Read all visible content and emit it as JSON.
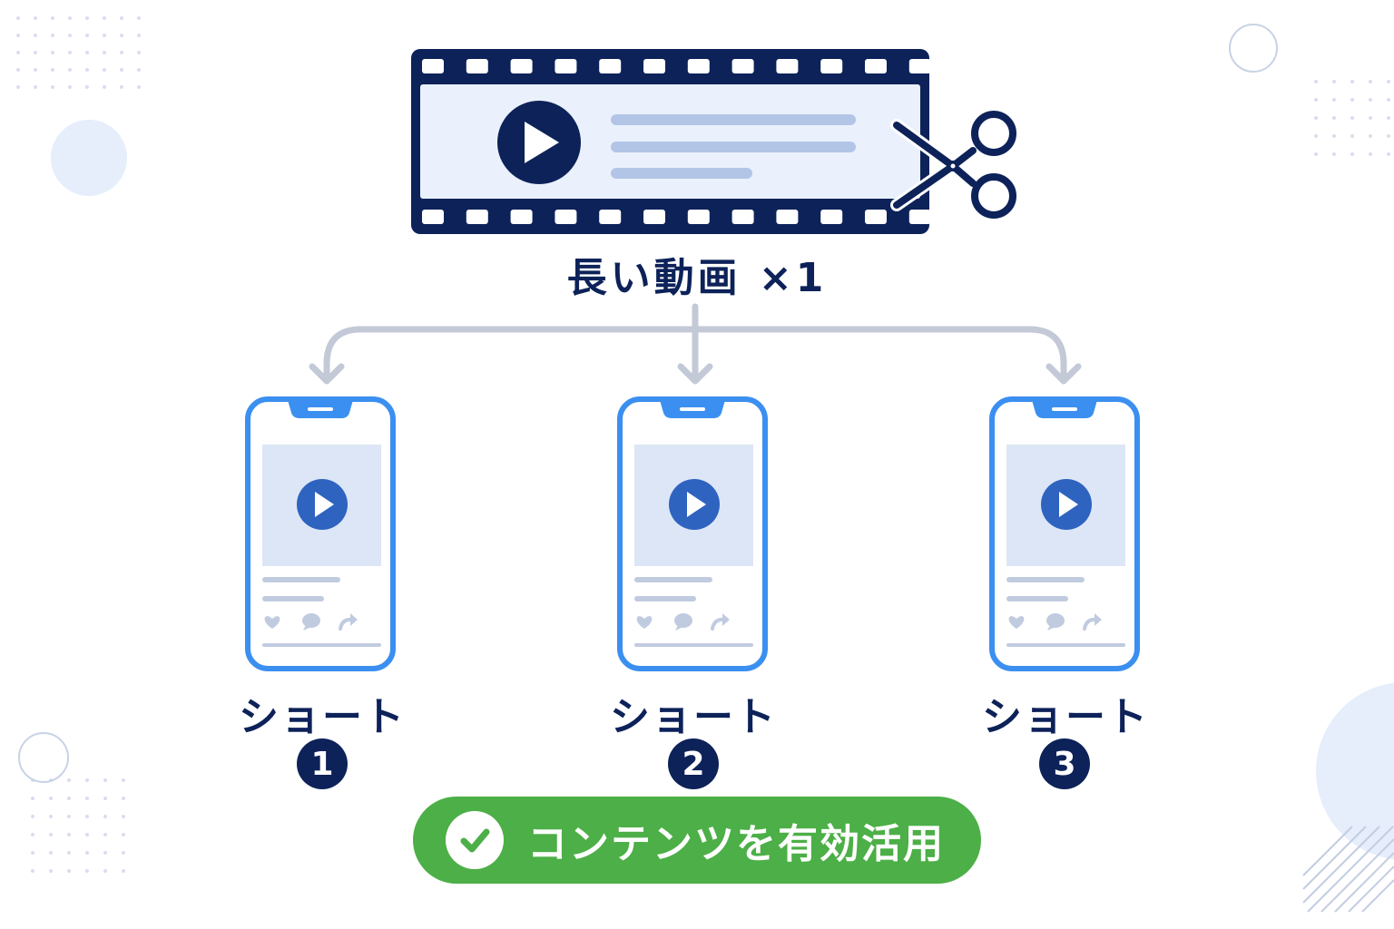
{
  "colors": {
    "navy": "#0d2259",
    "film_fill": "#eaf1fc",
    "film_lines": "#b3c5e6",
    "phone_blue": "#3b8ff0",
    "play_blue": "#2f63c0",
    "screen_fill": "#dce6f6",
    "placeholder": "#c1cbe0",
    "arrow_gray": "#c3c9d6",
    "green": "#4caf47",
    "deco_blue": "#e6eefb",
    "deco_dots": "#d7deee"
  },
  "main_video": {
    "label": "長い動画 ×1",
    "film_icon": "film-strip-icon",
    "play_icon": "play-icon",
    "cut_icon": "scissors-icon"
  },
  "shorts": [
    {
      "label": "ショート",
      "number": "1"
    },
    {
      "label": "ショート",
      "number": "2"
    },
    {
      "label": "ショート",
      "number": "3"
    }
  ],
  "phone_icons": [
    "heart-icon",
    "comment-icon",
    "share-icon"
  ],
  "cta": {
    "text": "コンテンツを有効活用",
    "icon": "check-icon"
  }
}
